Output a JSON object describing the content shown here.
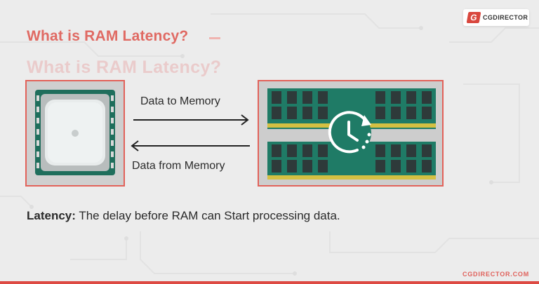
{
  "header": {
    "title": "What is RAM Latency?",
    "logo_text": "CGDIRECTOR",
    "logo_mark": "G"
  },
  "diagram": {
    "cpu_icon": "cpu-chip-icon",
    "ram_icon": "ram-module-icon",
    "latency_icon": "clock-refresh-icon",
    "arrow_to_label": "Data to Memory",
    "arrow_from_label": "Data from Memory"
  },
  "definition": {
    "term": "Latency:",
    "text": " The delay before RAM can Start processing data."
  },
  "footer": {
    "brand": "CGDIRECTOR.COM"
  },
  "colors": {
    "accent": "#e2625a",
    "title": "#e06a63",
    "ram_pcb": "#1f7b66",
    "ram_chip": "#2e3a3a",
    "ram_contacts": "#d4c042",
    "background": "#ececec"
  }
}
